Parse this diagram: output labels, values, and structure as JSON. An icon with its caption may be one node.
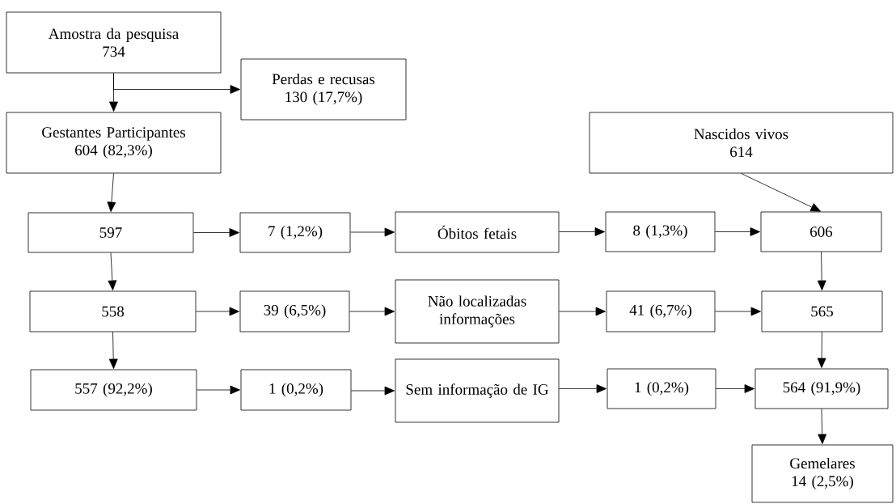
{
  "diagram": {
    "nodes": [
      {
        "text": [
          "Amostra da pesquisa",
          "734"
        ]
      },
      {
        "text": [
          "Perdas e recusas",
          "130 (17,7%)"
        ]
      },
      {
        "text": [
          "Gestantes Participantes",
          "604 (82,3%)"
        ]
      },
      {
        "text": [
          "Nascidos vivos",
          "614"
        ]
      },
      {
        "text": [
          "597"
        ]
      },
      {
        "text": [
          "7 (1,2%)"
        ]
      },
      {
        "text": [
          "Óbitos fetais"
        ]
      },
      {
        "text": [
          "8 (1,3%)"
        ]
      },
      {
        "text": [
          "606"
        ]
      },
      {
        "text": [
          "558"
        ]
      },
      {
        "text": [
          "39 (6,5%)"
        ]
      },
      {
        "text": [
          "Não localizadas informações"
        ]
      },
      {
        "text": [
          "41 (6,7%)"
        ]
      },
      {
        "text": [
          "565"
        ]
      },
      {
        "text": [
          "557 (92,2%)"
        ]
      },
      {
        "text": [
          "1 (0,2%)"
        ]
      },
      {
        "text": [
          "Sem informação de IG"
        ]
      },
      {
        "text": [
          "1 (0,2%)"
        ]
      },
      {
        "text": [
          "564 (91,9%)"
        ]
      },
      {
        "text": [
          "Gemelares",
          "14 (2,5%)"
        ]
      }
    ],
    "edges": [
      {
        "from": 0,
        "to": 2,
        "arrow": "to"
      },
      {
        "from": 0,
        "to": 1,
        "arrow": "to"
      },
      {
        "from": 2,
        "to": 4,
        "arrow": "to"
      },
      {
        "from": 4,
        "to": 5,
        "arrow": "to"
      },
      {
        "from": 5,
        "to": 6,
        "arrow": "to"
      },
      {
        "from": 6,
        "to": 7,
        "arrow": "to"
      },
      {
        "from": 7,
        "to": 8,
        "arrow": "to"
      },
      {
        "from": 3,
        "to": 8,
        "arrow": "to"
      },
      {
        "from": 4,
        "to": 9,
        "arrow": "to"
      },
      {
        "from": 9,
        "to": 10,
        "arrow": "to"
      },
      {
        "from": 10,
        "to": 11,
        "arrow": "to"
      },
      {
        "from": 11,
        "to": 12,
        "arrow": "to"
      },
      {
        "from": 12,
        "to": 13,
        "arrow": "to"
      },
      {
        "from": 8,
        "to": 13,
        "arrow": "to"
      },
      {
        "from": 9,
        "to": 14,
        "arrow": "to"
      },
      {
        "from": 14,
        "to": 15,
        "arrow": "to"
      },
      {
        "from": 15,
        "to": 16,
        "arrow": "to"
      },
      {
        "from": 16,
        "to": 17,
        "arrow": "to"
      },
      {
        "from": 17,
        "to": 18,
        "arrow": "to"
      },
      {
        "from": 13,
        "to": 18,
        "arrow": "to"
      },
      {
        "from": 18,
        "to": 19,
        "arrow": "to"
      }
    ]
  }
}
